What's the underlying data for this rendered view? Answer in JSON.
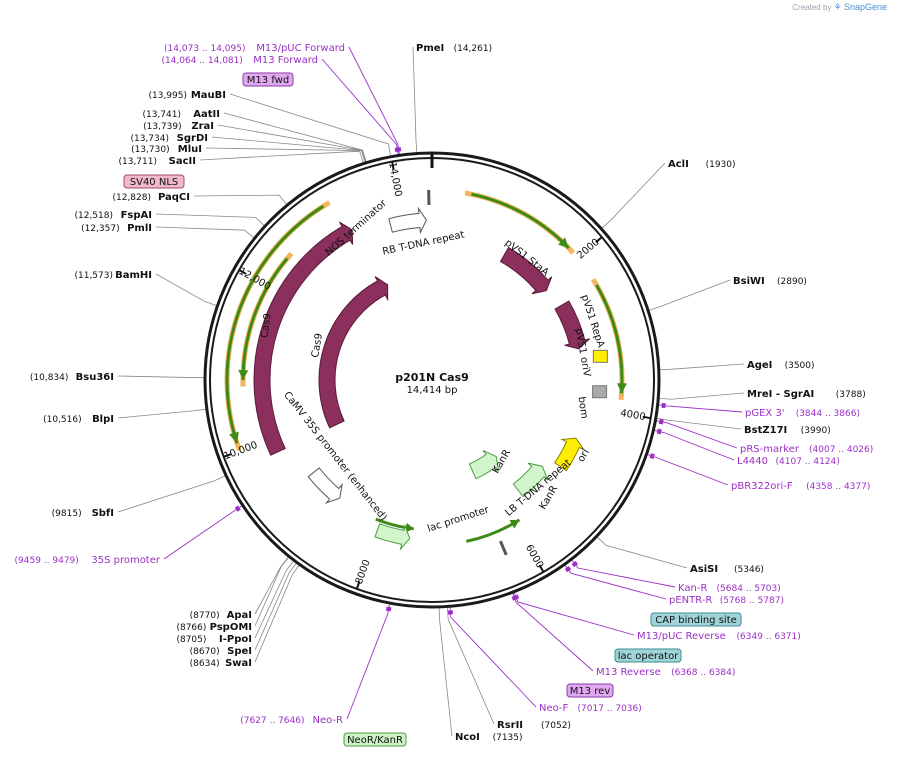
{
  "credit": {
    "prefix": "Created by",
    "brand": "SnapGene"
  },
  "plasmid": {
    "name": "p201N Cas9",
    "length": "14,414 bp"
  },
  "ticks": [
    {
      "label": "2000",
      "bp": 2000
    },
    {
      "label": "4000",
      "bp": 4000
    },
    {
      "label": "6000",
      "bp": 6000
    },
    {
      "label": "8000",
      "bp": 8000
    },
    {
      "label": "10,000",
      "bp": 10000
    },
    {
      "label": "12,000",
      "bp": 12000
    },
    {
      "label": "14,000",
      "bp": 14000
    }
  ],
  "sites": [
    {
      "name": "PmeI",
      "coord": "(14,261)",
      "bp": 14261,
      "side": "right"
    },
    {
      "name": "AclI",
      "coord": "(1930)",
      "bp": 1930,
      "side": "right"
    },
    {
      "name": "BsiWI",
      "coord": "(2890)",
      "bp": 2890,
      "side": "right"
    },
    {
      "name": "AgeI",
      "coord": "(3500)",
      "bp": 3500,
      "side": "right"
    },
    {
      "name": "MreI - SgrAI",
      "coord": "(3788)",
      "bp": 3788,
      "side": "right"
    },
    {
      "name": "BstZ17I",
      "coord": "(3990)",
      "bp": 3990,
      "side": "right"
    },
    {
      "name": "AsiSI",
      "coord": "(5346)",
      "bp": 5346,
      "side": "right"
    },
    {
      "name": "RsrII",
      "coord": "(7052)",
      "bp": 7052,
      "side": "right"
    },
    {
      "name": "NcoI",
      "coord": "(7135)",
      "bp": 7135,
      "side": "right"
    },
    {
      "name": "SwaI",
      "coord": "(8634)",
      "bp": 8634,
      "side": "left"
    },
    {
      "name": "SpeI",
      "coord": "(8670)",
      "bp": 8670,
      "side": "left"
    },
    {
      "name": "I-PpoI",
      "coord": "(8705)",
      "bp": 8705,
      "side": "left"
    },
    {
      "name": "PspOMI",
      "coord": "(8766)",
      "bp": 8766,
      "side": "left"
    },
    {
      "name": "ApaI",
      "coord": "(8770)",
      "bp": 8770,
      "side": "left"
    },
    {
      "name": "SbfI",
      "coord": "(9815)",
      "bp": 9815,
      "side": "left"
    },
    {
      "name": "BlpI",
      "coord": "(10,516)",
      "bp": 10516,
      "side": "left"
    },
    {
      "name": "Bsu36I",
      "coord": "(10,834)",
      "bp": 10834,
      "side": "left"
    },
    {
      "name": "BamHI",
      "coord": "(11,573)",
      "bp": 11573,
      "side": "left"
    },
    {
      "name": "PmlI",
      "coord": "(12,357)",
      "bp": 12357,
      "side": "left"
    },
    {
      "name": "FspAI",
      "coord": "(12,518)",
      "bp": 12518,
      "side": "left"
    },
    {
      "name": "PaqCI",
      "coord": "(12,828)",
      "bp": 12828,
      "side": "left"
    },
    {
      "name": "SacII",
      "coord": "(13,711)",
      "bp": 13711,
      "side": "left"
    },
    {
      "name": "MluI",
      "coord": "(13,730)",
      "bp": 13730,
      "side": "left"
    },
    {
      "name": "SgrDI",
      "coord": "(13,734)",
      "bp": 13734,
      "side": "left"
    },
    {
      "name": "ZraI",
      "coord": "(13,739)",
      "bp": 13739,
      "side": "left"
    },
    {
      "name": "AatII",
      "coord": "(13,741)",
      "bp": 13741,
      "side": "left"
    },
    {
      "name": "MauBI",
      "coord": "(13,995)",
      "bp": 13995,
      "side": "left"
    }
  ],
  "primers": [
    {
      "name": "M13/pUC Forward",
      "coord": "(14,073 .. 14,095)",
      "bp": 14084
    },
    {
      "name": "M13 Forward",
      "coord": "(14,064 .. 14,081)",
      "bp": 14072
    },
    {
      "name": "pGEX 3'",
      "coord": "(3844 .. 3866)",
      "bp": 3855
    },
    {
      "name": "pRS-marker",
      "coord": "(4007 .. 4026)",
      "bp": 4016
    },
    {
      "name": "L4440",
      "coord": "(4107 .. 4124)",
      "bp": 4115
    },
    {
      "name": "pBR322ori-F",
      "coord": "(4358 .. 4377)",
      "bp": 4367
    },
    {
      "name": "Kan-R",
      "coord": "(5684 .. 5703)",
      "bp": 5693
    },
    {
      "name": "pENTR-R",
      "coord": "(5768 .. 5787)",
      "bp": 5777
    },
    {
      "name": "M13/pUC Reverse",
      "coord": "(6349 .. 6371)",
      "bp": 6360
    },
    {
      "name": "M13 Reverse",
      "coord": "(6368 .. 6384)",
      "bp": 6376
    },
    {
      "name": "Neo-F",
      "coord": "(7017 .. 7036)",
      "bp": 7026
    },
    {
      "name": "Neo-R",
      "coord": "(7627 .. 7646)",
      "bp": 7636
    },
    {
      "name": "35S promoter",
      "coord": "(9459 .. 9479)",
      "bp": 9469
    }
  ],
  "boxes": [
    {
      "name": "M13 fwd",
      "fill": "#e0a8f0",
      "border": "#8a3aa8"
    },
    {
      "name": "SV40 NLS",
      "fill": "#f2b9cc",
      "border": "#a04a6a"
    },
    {
      "name": "CAP binding site",
      "fill": "#9fd5d8",
      "border": "#3f8a8e"
    },
    {
      "name": "lac operator",
      "fill": "#9fd5d8",
      "border": "#3f8a8e"
    },
    {
      "name": "M13 rev",
      "fill": "#e0a8f0",
      "border": "#8a3aa8"
    },
    {
      "name": "NeoR/KanR",
      "fill": "#cdf2c6",
      "border": "#4e9a44"
    }
  ],
  "features": [
    {
      "label": "RB T-DNA repeat"
    },
    {
      "label": "NOS terminator"
    },
    {
      "label": "pVS1 StaA"
    },
    {
      "label": "pVS1 RepA"
    },
    {
      "label": "pVS1 oriV"
    },
    {
      "label": "bom"
    },
    {
      "label": "ori"
    },
    {
      "label": "KanR"
    },
    {
      "label": "KanR"
    },
    {
      "label": "LB T-DNA repeat"
    },
    {
      "label": "lac promoter"
    },
    {
      "label": "CaMV 35S promoter (enhanced)"
    },
    {
      "label": "Cas9"
    },
    {
      "label": "Cas9"
    }
  ],
  "colors": {
    "backbone": "#1a1a1a",
    "cas9": "#8b2f5c",
    "orf": "#f2b45c",
    "orfArrow": "#3f8a17",
    "kanr": "#d2f5cc",
    "ori": "#ffee00",
    "primer": "#9b2fc6",
    "oriV": "#ffee00",
    "bom": "#a7a9ac"
  }
}
